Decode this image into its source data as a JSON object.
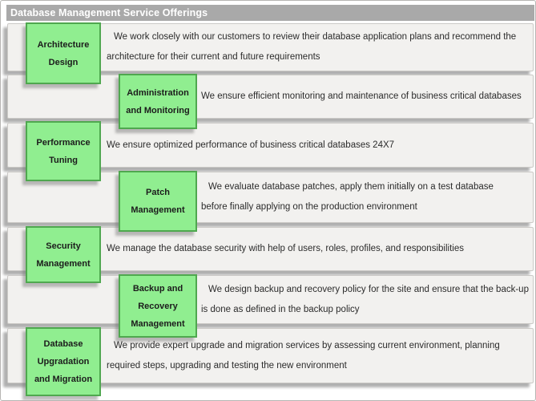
{
  "header": {
    "title": "Database Management Service Offerings"
  },
  "colors": {
    "header_bg": "#a9a9a9",
    "header_text": "#ffffff",
    "panel_bg": "#f2f1ef",
    "panel_border": "#cbc9c6",
    "box_fill": "#90ee90",
    "box_border": "#4fa84f",
    "text": "#2b2b2b",
    "label_text": "#1c1c1c"
  },
  "rows": [
    {
      "label": "Architecture Design",
      "label_lines": [
        "Architecture",
        "Design"
      ],
      "level": "main",
      "description": "We work closely with our customers to review their database application plans and recommend the architecture for their current and future requirements",
      "description_lines": [
        "We work closely with our customers to review their database application plans and recommend the",
        "architecture for their current and future requirements"
      ]
    },
    {
      "label": "Administration and Monitoring",
      "label_lines": [
        "Administration",
        "and Monitoring"
      ],
      "level": "sub",
      "description": "We ensure efficient monitoring and maintenance of business critical databases",
      "description_lines": [
        "We ensure efficient monitoring and maintenance of business critical databases"
      ]
    },
    {
      "label": "Performance Tuning",
      "label_lines": [
        "Performance",
        "Tuning"
      ],
      "level": "main",
      "description": "We ensure optimized performance of business critical databases 24X7",
      "description_lines": [
        "We ensure optimized performance of business critical databases 24X7"
      ]
    },
    {
      "label": "Patch Management",
      "label_lines": [
        "Patch",
        "Management"
      ],
      "level": "sub",
      "description": "We evaluate database patches, apply them initially on a test database before finally applying on the production environment",
      "description_lines": [
        "We evaluate database patches, apply them initially on a test database",
        "before finally applying on the production environment"
      ]
    },
    {
      "label": "Security Management",
      "label_lines": [
        "Security",
        "Management"
      ],
      "level": "main",
      "description": "We manage the database security with help of users, roles, profiles, and responsibilities",
      "description_lines": [
        "We manage the database security with help of users, roles, profiles, and responsibilities"
      ]
    },
    {
      "label": "Backup and Recovery Management",
      "label_lines": [
        "Backup and",
        "Recovery",
        "Management"
      ],
      "level": "sub",
      "description": "We design backup and recovery policy for the site and ensure that the back-up is done as defined in the backup policy",
      "description_lines": [
        "We design backup and recovery policy for the site and ensure that the back-up",
        "is done as defined in the backup policy"
      ]
    },
    {
      "label": "Database Upgradation and Migration",
      "label_lines": [
        "Database",
        "Upgradation",
        "and Migration"
      ],
      "level": "main",
      "description": "We provide expert upgrade and migration services by assessing current environment, planning required steps, upgrading and testing the new environment",
      "description_lines": [
        "We provide expert upgrade and migration services by assessing current environment, planning",
        "required steps, upgrading and testing the new environment"
      ]
    }
  ]
}
